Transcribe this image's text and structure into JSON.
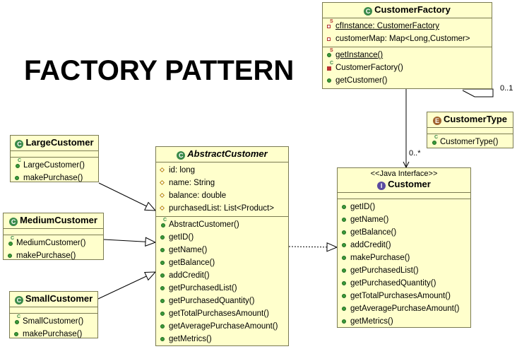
{
  "title": "FACTORY PATTERN",
  "colors": {
    "class_fill": "#ffffcc",
    "class_border": "#7a7a52",
    "class_icon": "#3a8a4a",
    "enum_icon": "#a0622d",
    "interface_icon": "#5a4aa0"
  },
  "classes": {
    "customer_factory": {
      "name": "CustomerFactory",
      "icon": "class-icon",
      "attributes": [
        "cfInstance: CustomerFactory",
        "customerMap: Map<Long,Customer>"
      ],
      "methods": [
        "getInstance()",
        "CustomerFactory()",
        "getCustomer()"
      ]
    },
    "customer_type": {
      "name": "CustomerType",
      "icon": "enum-icon",
      "methods": [
        "CustomerType()"
      ]
    },
    "large_customer": {
      "name": "LargeCustomer",
      "icon": "class-icon",
      "methods": [
        "LargeCustomer()",
        "makePurchase()"
      ]
    },
    "medium_customer": {
      "name": "MediumCustomer",
      "icon": "class-icon",
      "methods": [
        "MediumCustomer()",
        "makePurchase()"
      ]
    },
    "small_customer": {
      "name": "SmallCustomer",
      "icon": "class-icon",
      "methods": [
        "SmallCustomer()",
        "makePurchase()"
      ]
    },
    "abstract_customer": {
      "name": "AbstractCustomer",
      "icon": "abstract-class-icon",
      "attributes": [
        "id: long",
        "name: String",
        "balance: double",
        "purchasedList: List<Product>"
      ],
      "methods": [
        "AbstractCustomer()",
        "getID()",
        "getName()",
        "getBalance()",
        "addCredit()",
        "getPurchasedList()",
        "getPurchasedQuantity()",
        "getTotalPurchasesAmount()",
        "getAveragePurchaseAmount()",
        "getMetrics()"
      ]
    },
    "customer_interface": {
      "stereotype": "<<Java Interface>>",
      "name": "Customer",
      "icon": "interface-icon",
      "methods": [
        "getID()",
        "getName()",
        "getBalance()",
        "addCredit()",
        "makePurchase()",
        "getPurchasedList()",
        "getPurchasedQuantity()",
        "getTotalPurchasesAmount()",
        "getAveragePurchaseAmount()",
        "getMetrics()"
      ]
    }
  },
  "multiplicities": {
    "self_association": "0..1",
    "factory_to_customer": "0..*"
  }
}
